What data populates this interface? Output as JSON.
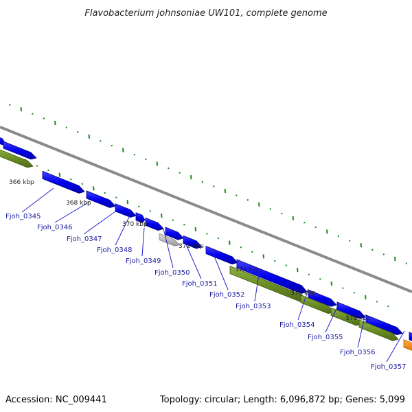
{
  "title": "Flavobacterium johnsoniae UW101, complete genome",
  "footer": {
    "accession": "Accession: NC_009441",
    "summary": "Topology: circular; Length: 6,096,872 bp; Genes: 5,099"
  },
  "kbp_labels": [
    "366 kbp",
    "368 kbp",
    "370 kbp",
    "372 kbp",
    "374 kbp",
    "376 kbp",
    "378 kbp"
  ],
  "gene_labels": [
    "Fjoh_0345",
    "Fjoh_0346",
    "Fjoh_0347",
    "Fjoh_0348",
    "Fjoh_0349",
    "Fjoh_0350",
    "Fjoh_0351",
    "Fjoh_0352",
    "Fjoh_0353",
    "Fjoh_0354",
    "Fjoh_0355",
    "Fjoh_0356",
    "Fjoh_0357"
  ],
  "colors": {
    "backbone": "#888888",
    "cds": "#0000ee",
    "gene_track": "#6b8e23",
    "other_feature": "#bbbbbb",
    "highlight_feature": "#ff8c00",
    "gc_dots": "#1a8a1a",
    "label_text": "#1a1aa0"
  }
}
